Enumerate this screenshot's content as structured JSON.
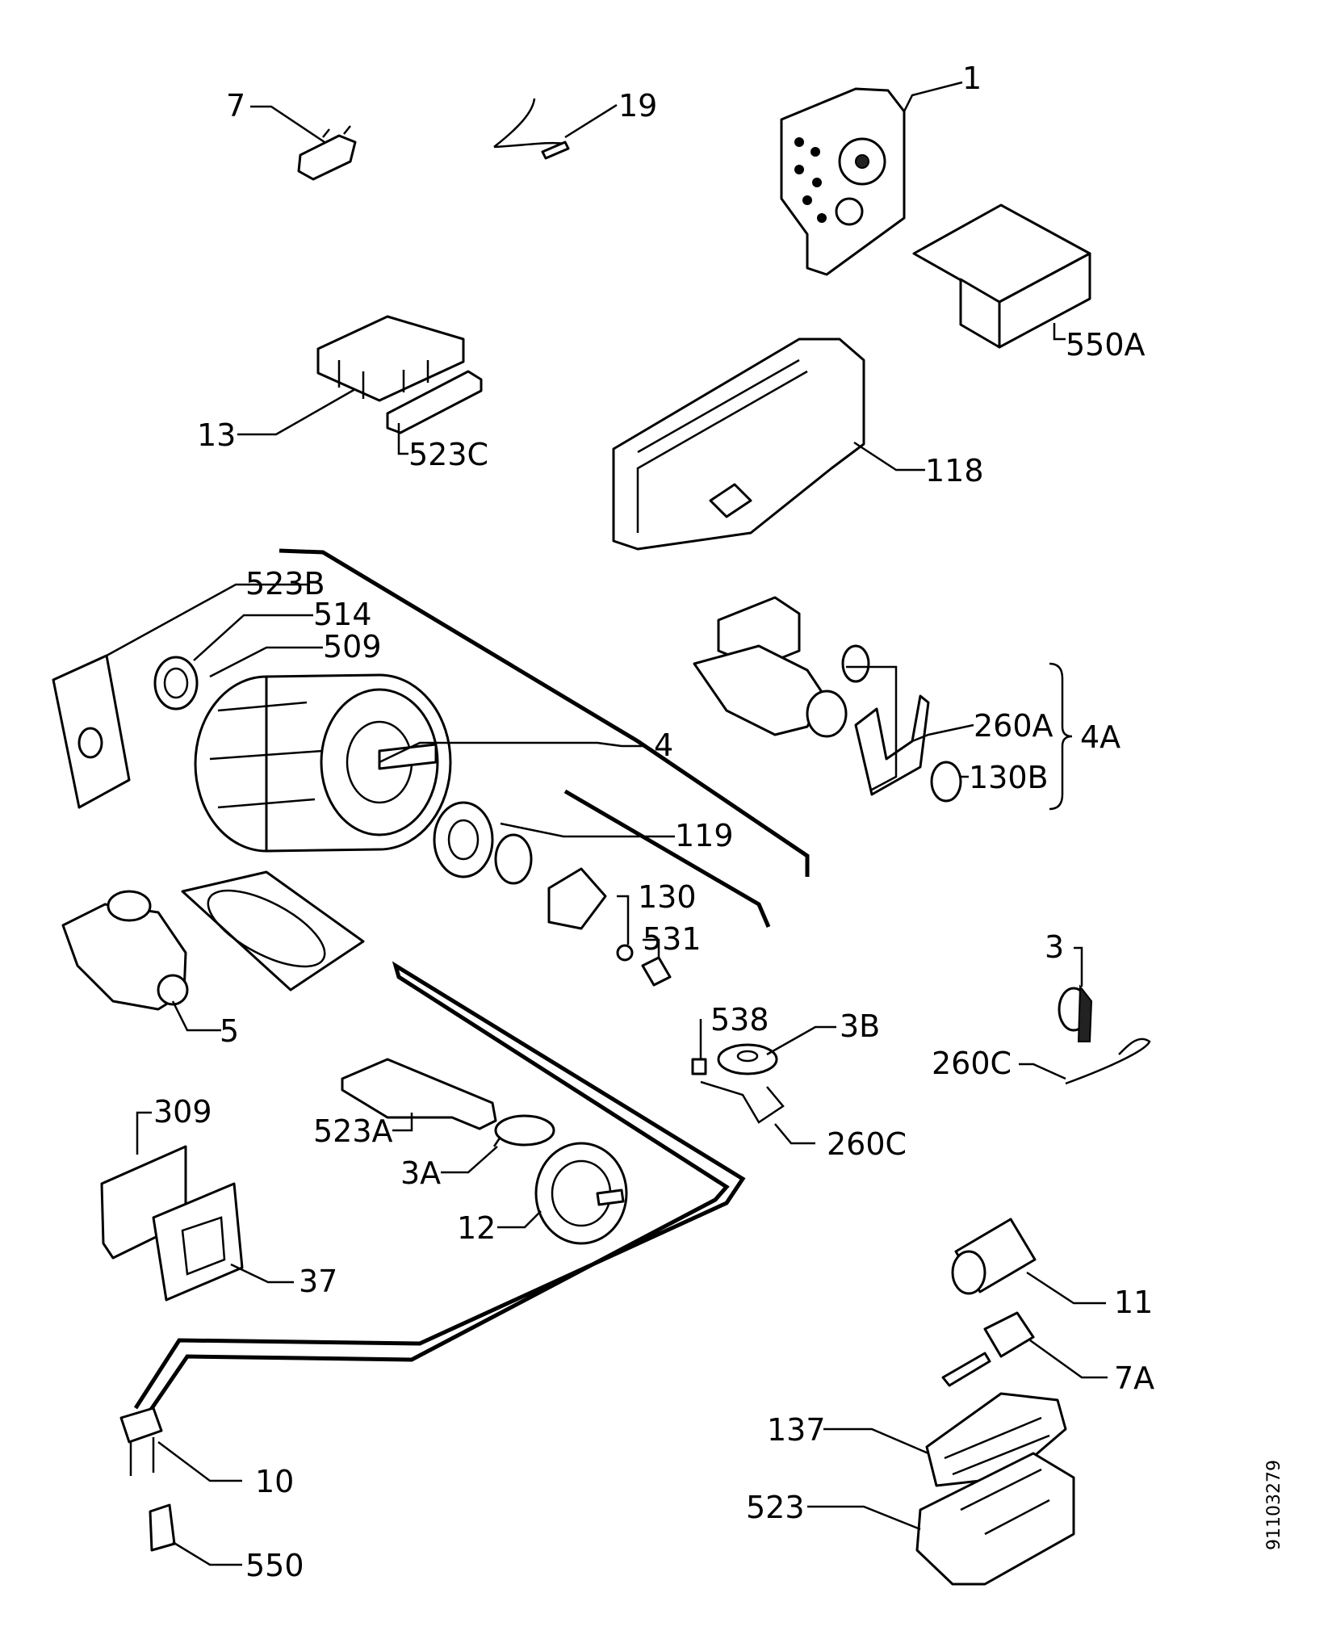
{
  "document_number": "91103279",
  "callouts": [
    {
      "id": "7",
      "label": "7"
    },
    {
      "id": "19",
      "label": "19"
    },
    {
      "id": "1",
      "label": "1"
    },
    {
      "id": "550A",
      "label": "550A"
    },
    {
      "id": "13",
      "label": "13"
    },
    {
      "id": "523C",
      "label": "523C"
    },
    {
      "id": "118",
      "label": "118"
    },
    {
      "id": "523B",
      "label": "523B"
    },
    {
      "id": "514",
      "label": "514"
    },
    {
      "id": "509",
      "label": "509"
    },
    {
      "id": "4",
      "label": "4"
    },
    {
      "id": "260A",
      "label": "260A"
    },
    {
      "id": "4A",
      "label": "4A"
    },
    {
      "id": "130B",
      "label": "130B"
    },
    {
      "id": "119",
      "label": "119"
    },
    {
      "id": "130",
      "label": "130"
    },
    {
      "id": "531",
      "label": "531"
    },
    {
      "id": "5",
      "label": "5"
    },
    {
      "id": "3",
      "label": "3"
    },
    {
      "id": "538",
      "label": "538"
    },
    {
      "id": "3B",
      "label": "3B"
    },
    {
      "id": "260C-a",
      "label": "260C"
    },
    {
      "id": "260C-b",
      "label": "260C"
    },
    {
      "id": "309",
      "label": "309"
    },
    {
      "id": "523A",
      "label": "523A"
    },
    {
      "id": "3A",
      "label": "3A"
    },
    {
      "id": "12",
      "label": "12"
    },
    {
      "id": "37",
      "label": "37"
    },
    {
      "id": "11",
      "label": "11"
    },
    {
      "id": "7A",
      "label": "7A"
    },
    {
      "id": "137",
      "label": "137"
    },
    {
      "id": "10",
      "label": "10"
    },
    {
      "id": "523",
      "label": "523"
    },
    {
      "id": "550",
      "label": "550"
    }
  ]
}
